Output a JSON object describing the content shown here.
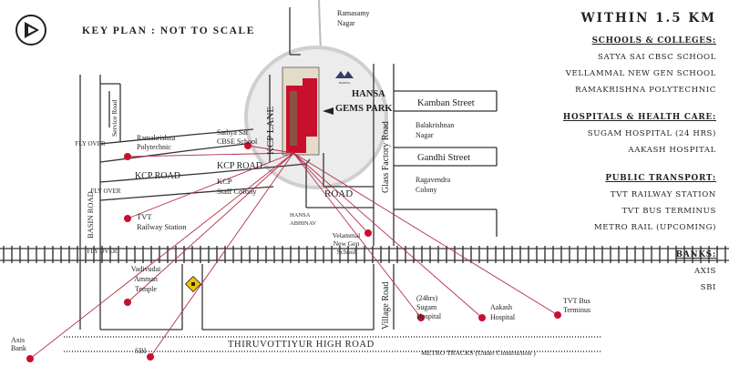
{
  "title": "KEY PLAN : NOT TO SCALE",
  "panel": {
    "heading": "WITHIN 1.5 KM",
    "sections": [
      {
        "title": "SCHOOLS & COLLEGES:",
        "items": [
          "SATYA SAI CBSC SCHOOL",
          "VELLAMMAL NEW GEN SCHOOL",
          "RAMAKRISHNA POLYTECHNIC"
        ]
      },
      {
        "title": "HOSPITALS & HEALTH CARE:",
        "items": [
          "SUGAM HOSPITAL (24 HRS)",
          "AAKASH HOSPITAL"
        ]
      },
      {
        "title": "PUBLIC TRANSPORT:",
        "items": [
          "TVT RAILWAY STATION",
          "TVT BUS TERMINUS",
          "METRO RAIL (UPCOMING)"
        ]
      },
      {
        "title": "BANKS:",
        "items": [
          "AXIS",
          "SBI"
        ]
      }
    ]
  },
  "project": {
    "name_line1": "HANSA",
    "name_line2": "GEMS PARK",
    "logo_text": "HANSA"
  },
  "roads": {
    "kcp_lane": "KCP LANE",
    "kcp_road_left": "KCP ROAD",
    "kcp_road_mid": "KCP ROAD",
    "road": "ROAD",
    "kamban_street": "Kamban Street",
    "gandhi_street": "Gandhi Street",
    "glass_factory_road": "Glass Factory Road",
    "village_road": "Village Road",
    "basin_road": "BASIN ROAD",
    "service_road": "Service Road",
    "thiruvottiyur": "THIRUVOTTIYUR HIGH ROAD",
    "metro": "METRO TRACKS (Under Construction )",
    "fly_over": "FLY OVER"
  },
  "areas": {
    "ramasamy_nagar": [
      "Ramasamy",
      "Nagar"
    ],
    "balakrishnan_nagar": [
      "Balakrishnan",
      "Nagar"
    ],
    "ragavendra_colony": [
      "Ragavendra",
      "Colony"
    ],
    "kcp_staff_colony": [
      "KCP",
      "Staff Colony"
    ],
    "hansa_abhinav": [
      "HANSA",
      "ABHINAV"
    ]
  },
  "landmarks": {
    "ramakrishna": [
      "Ramakrishna",
      "Polytechnic"
    ],
    "sathya_sai": [
      "Sathya Sai",
      "CBSE School"
    ],
    "tvt_railway": [
      "TVT",
      "Railway Station"
    ],
    "velammal": [
      "Velammal",
      "New Gen",
      "School"
    ],
    "vadivudai": [
      "Vadivudai",
      "Amman",
      "Temple"
    ],
    "sugam": [
      "(24hrs)",
      "Sugam",
      "Hospital"
    ],
    "aakash": [
      "Aakash",
      "Hospital"
    ],
    "tvt_bus": [
      "TVT Bus",
      "Terminus"
    ],
    "axis": [
      "Axis",
      "Bank"
    ],
    "sbi": "SBI"
  },
  "colors": {
    "marker": "#c8102e",
    "line": "#b5304a",
    "road": "#333333",
    "building": "#c8102e",
    "circle": "#e9e9e9"
  },
  "icons": {
    "compass": "compass-logo-icon",
    "temple": "temple-sign-icon",
    "hansa_logo": "hansa-crown-logo-icon"
  }
}
